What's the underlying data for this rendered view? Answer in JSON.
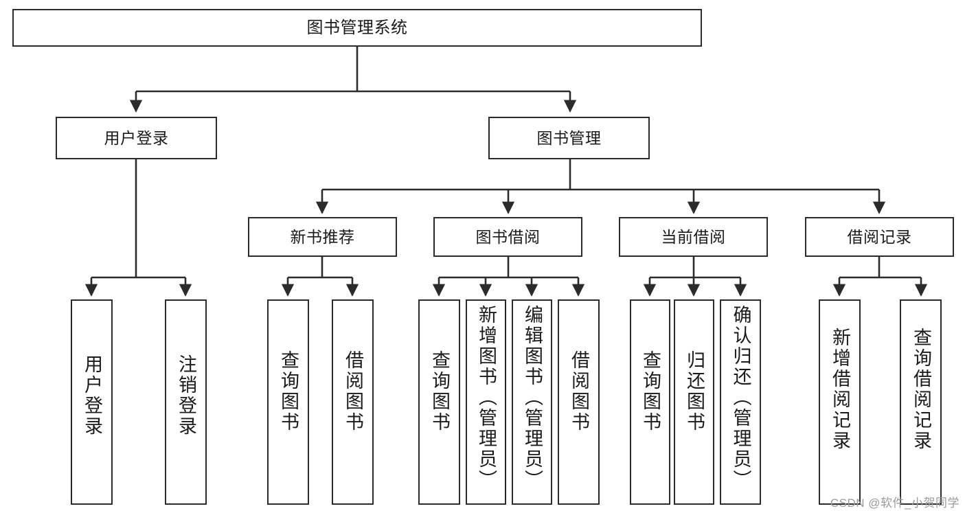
{
  "diagram": {
    "title": "图书管理系统",
    "type": "tree-hierarchy-diagram",
    "colors": {
      "box_border": "#2b2b2b",
      "box_fill": "#ffffff",
      "connector": "#2b2b2b",
      "text": "#1a1a1a",
      "watermark": "#9a9a9a",
      "background": "#ffffff"
    },
    "root": {
      "label": "图书管理系统"
    },
    "level2": [
      {
        "label": "用户登录"
      },
      {
        "label": "图书管理"
      }
    ],
    "level3": [
      {
        "label": "新书推荐"
      },
      {
        "label": "图书借阅"
      },
      {
        "label": "当前借阅"
      },
      {
        "label": "借阅记录"
      }
    ],
    "leaves": {
      "user_login": [
        {
          "label": "用户登录"
        },
        {
          "label": "注销登录"
        }
      ],
      "new_book_recommend": [
        {
          "label": "查询图书"
        },
        {
          "label": "借阅图书"
        }
      ],
      "book_borrow": [
        {
          "label": "查询图书"
        },
        {
          "label": "新增图书（管理员）"
        },
        {
          "label": "编辑图书（管理员）"
        },
        {
          "label": "借阅图书"
        }
      ],
      "current_borrow": [
        {
          "label": "查询图书"
        },
        {
          "label": "归还图书"
        },
        {
          "label": "确认归还（管理员）"
        }
      ],
      "borrow_record": [
        {
          "label": "新增借阅记录"
        },
        {
          "label": "查询借阅记录"
        }
      ]
    }
  },
  "watermark": {
    "text": "CSDN @软件_小贺同学"
  }
}
